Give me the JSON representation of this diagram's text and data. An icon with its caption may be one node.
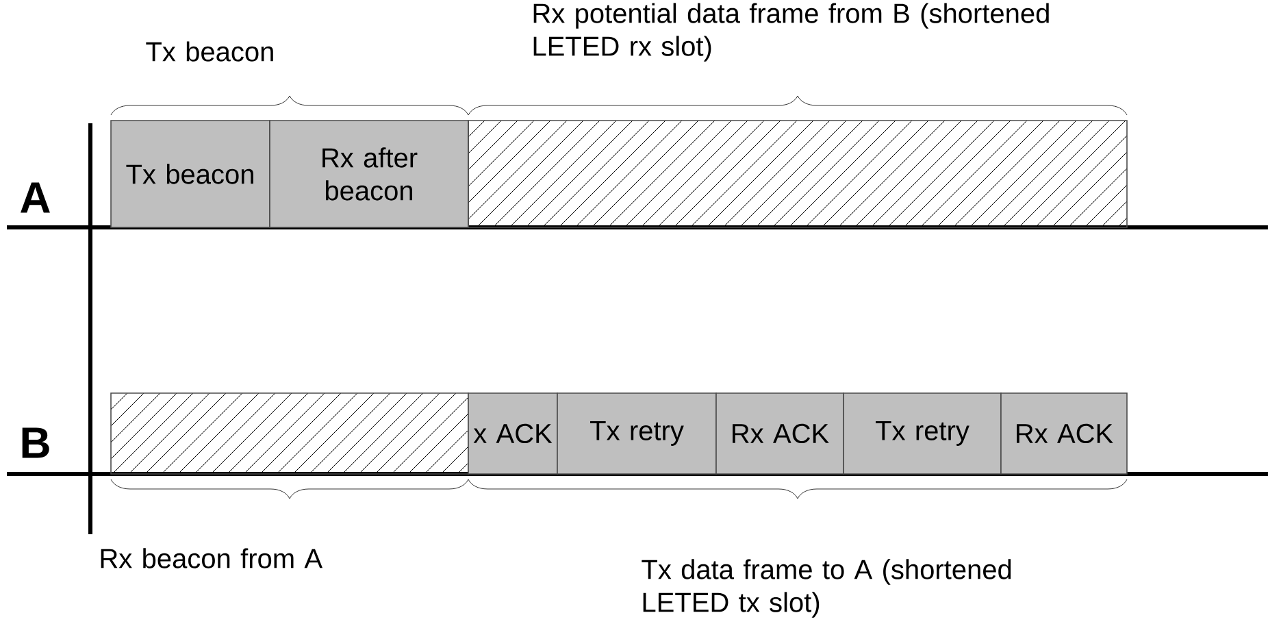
{
  "diagram": {
    "nodes": [
      {
        "text": [
          "Tx beacon"
        ]
      },
      {
        "text": [
          "Rx after beacon"
        ]
      },
      {
        "text": [],
        "shape": "box"
      },
      {
        "text": [],
        "shape": "box"
      },
      {
        "text": [
          "x ACK"
        ]
      },
      {
        "text": [
          "Tx retry"
        ]
      },
      {
        "text": [
          "Rx ACK"
        ]
      },
      {
        "text": [
          "Tx retry"
        ]
      },
      {
        "text": [
          "Rx ACK"
        ]
      }
    ],
    "labels": [
      "Tx beacon",
      "Rx potential data frame from B (shortened LETED rx slot)",
      "A",
      "B",
      "Rx beacon from A",
      "Tx data frame to A (shortened LETED tx slot)"
    ]
  }
}
